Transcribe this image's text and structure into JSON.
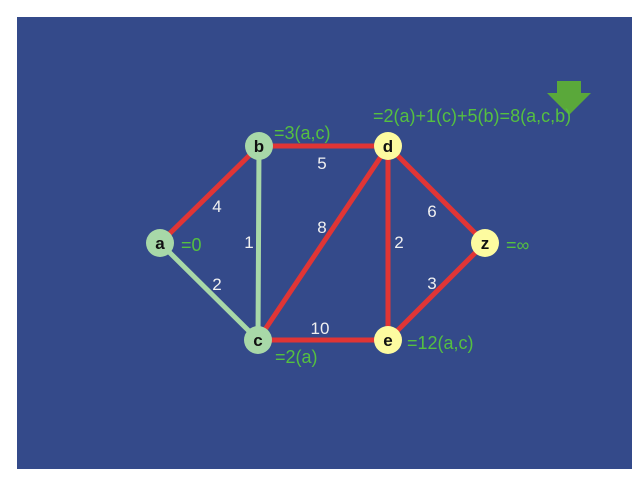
{
  "colors": {
    "background": "#344a8a",
    "edge_red": "#e03535",
    "edge_green": "#a8d8a8",
    "node_visited": "#a8d8a8",
    "node_frontier": "#fdfba0",
    "annotation": "#55c040",
    "weight_text": "#f0f0f0",
    "arrow": "#5aa83a"
  },
  "nodes": [
    {
      "id": "a",
      "label": "a",
      "state": "visited"
    },
    {
      "id": "b",
      "label": "b",
      "state": "visited"
    },
    {
      "id": "c",
      "label": "c",
      "state": "visited"
    },
    {
      "id": "d",
      "label": "d",
      "state": "frontier"
    },
    {
      "id": "e",
      "label": "e",
      "state": "frontier"
    },
    {
      "id": "z",
      "label": "z",
      "state": "frontier"
    }
  ],
  "edges": [
    {
      "from": "a",
      "to": "b",
      "weight": "4",
      "color": "red"
    },
    {
      "from": "a",
      "to": "c",
      "weight": "2",
      "color": "green"
    },
    {
      "from": "b",
      "to": "c",
      "weight": "1",
      "color": "green"
    },
    {
      "from": "b",
      "to": "d",
      "weight": "5",
      "color": "red"
    },
    {
      "from": "c",
      "to": "d",
      "weight": "8",
      "color": "red"
    },
    {
      "from": "c",
      "to": "e",
      "weight": "10",
      "color": "red"
    },
    {
      "from": "d",
      "to": "e",
      "weight": "2",
      "color": "red"
    },
    {
      "from": "d",
      "to": "z",
      "weight": "6",
      "color": "red"
    },
    {
      "from": "e",
      "to": "z",
      "weight": "3",
      "color": "red"
    }
  ],
  "annotations": {
    "a": "=0",
    "b": "=3(a,c)",
    "c": "=2(a)",
    "d": "=2(a)+1(c)+5(b)=8(a,c,b)",
    "e": "=12(a,c)",
    "z": "=∞"
  },
  "indicator_icon": "down-arrow-icon"
}
